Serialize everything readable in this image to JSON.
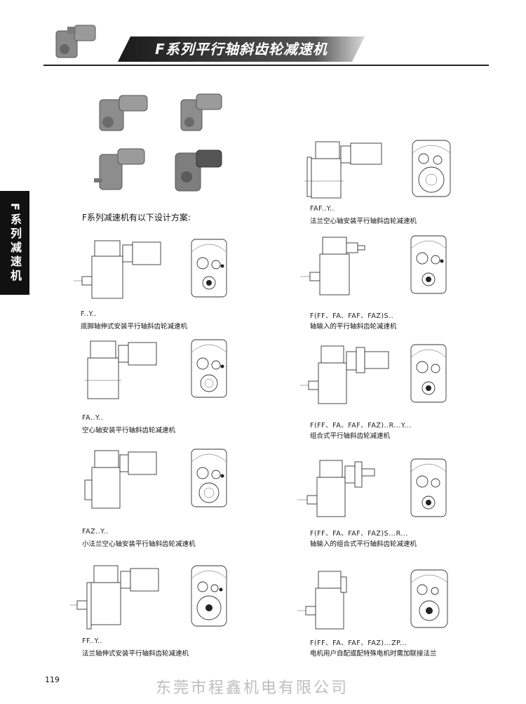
{
  "header": {
    "title": "F系列平行轴斜齿轮减速机"
  },
  "side_tab": "F系列减速机",
  "intro": "F系列减速机有以下设计方案:",
  "left_variants": [
    {
      "code": "F..Y..",
      "desc": "底脚轴伸式安装平行轴斜齿轮减速机"
    },
    {
      "code": "FA..Y..",
      "desc": "空心轴安装平行轴斜齿轮减速机"
    },
    {
      "code": "FAZ..Y..",
      "desc": "小法兰空心轴安装平行轴斜齿轮减速机"
    },
    {
      "code": "FF..Y..",
      "desc": "法兰轴伸式安装平行轴斜齿轮减速机"
    }
  ],
  "right_variants": [
    {
      "code": "FAF..Y..",
      "desc": "法兰空心轴安装平行轴斜齿轮减速机"
    },
    {
      "code": "F(FF、FA、FAF、FAZ)S..",
      "desc": "轴输入的平行轴斜齿轮减速机"
    },
    {
      "code": "F(FF、FA、FAF、FAZ)..R...Y...",
      "desc": "组合式平行轴斜齿轮减速机"
    },
    {
      "code": "F(FF、FA、FAF、FAZ)S...R...",
      "desc": "轴输入的组合式平行轴斜齿轮减速机"
    },
    {
      "code": "F(FF、FA、FAF、FAZ)...ZP...",
      "desc": "电机用户自配或配特殊电机时需加联接法兰"
    }
  ],
  "footer": {
    "page_number": "119",
    "company": "东莞市程鑫机电有限公司"
  }
}
